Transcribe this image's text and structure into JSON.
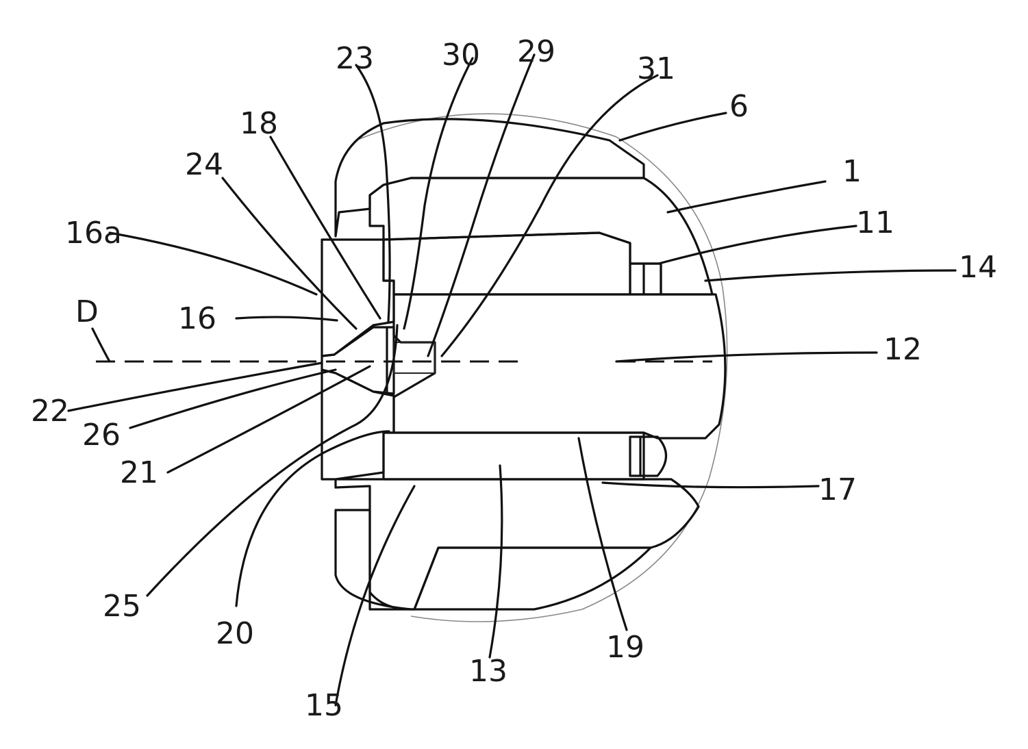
{
  "labels": {
    "l23": "23",
    "l30": "30",
    "l29": "29",
    "l31": "31",
    "l6": "6",
    "l18": "18",
    "l24": "24",
    "l16a": "16a",
    "l1": "1",
    "l11": "11",
    "l14": "14",
    "lD": "D",
    "l16": "16",
    "l12": "12",
    "l22": "22",
    "l26": "26",
    "l21": "21",
    "l17": "17",
    "l25": "25",
    "l20": "20",
    "l19": "19",
    "l13": "13",
    "l15": "15"
  },
  "colors": {
    "ink": "#111111",
    "paper": "#ffffff",
    "outline": "#888888"
  }
}
